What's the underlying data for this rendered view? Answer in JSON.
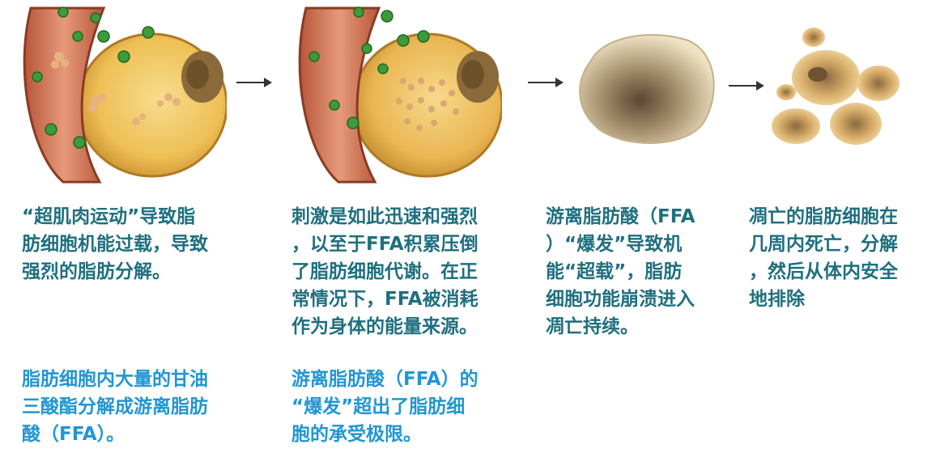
{
  "colors": {
    "step_text": "#1f6f7f",
    "note_text": "#2196d3",
    "arrow": "#333333"
  },
  "steps": [
    {
      "text": "“超肌肉运动”导致脂\n肪细胞机能过载，导致\n强烈的脂肪分解。"
    },
    {
      "text": "刺激是如此迅速和强烈\n，以至于FFA积累压倒\n了脂肪细胞代谢。在正\n常情况下，FFA被消耗\n作为身体的能量来源。"
    },
    {
      "text": "游离脂肪酸（FFA\n）“爆发”导致机\n能“超载”，脂肪\n细胞功能崩溃进入\n凋亡持续。"
    },
    {
      "text": "凋亡的脂肪细胞在\n几周内死亡，分解\n，然后从体内安全\n地排除"
    }
  ],
  "notes": [
    {
      "text": "脂肪细胞内大量的甘油\n三酸酯分解成游离脂肪\n酸（FFA）。"
    },
    {
      "text": "游离脂肪酸（FFA）的\n“爆发”超出了脂肪细\n胞的承受极限。"
    }
  ]
}
